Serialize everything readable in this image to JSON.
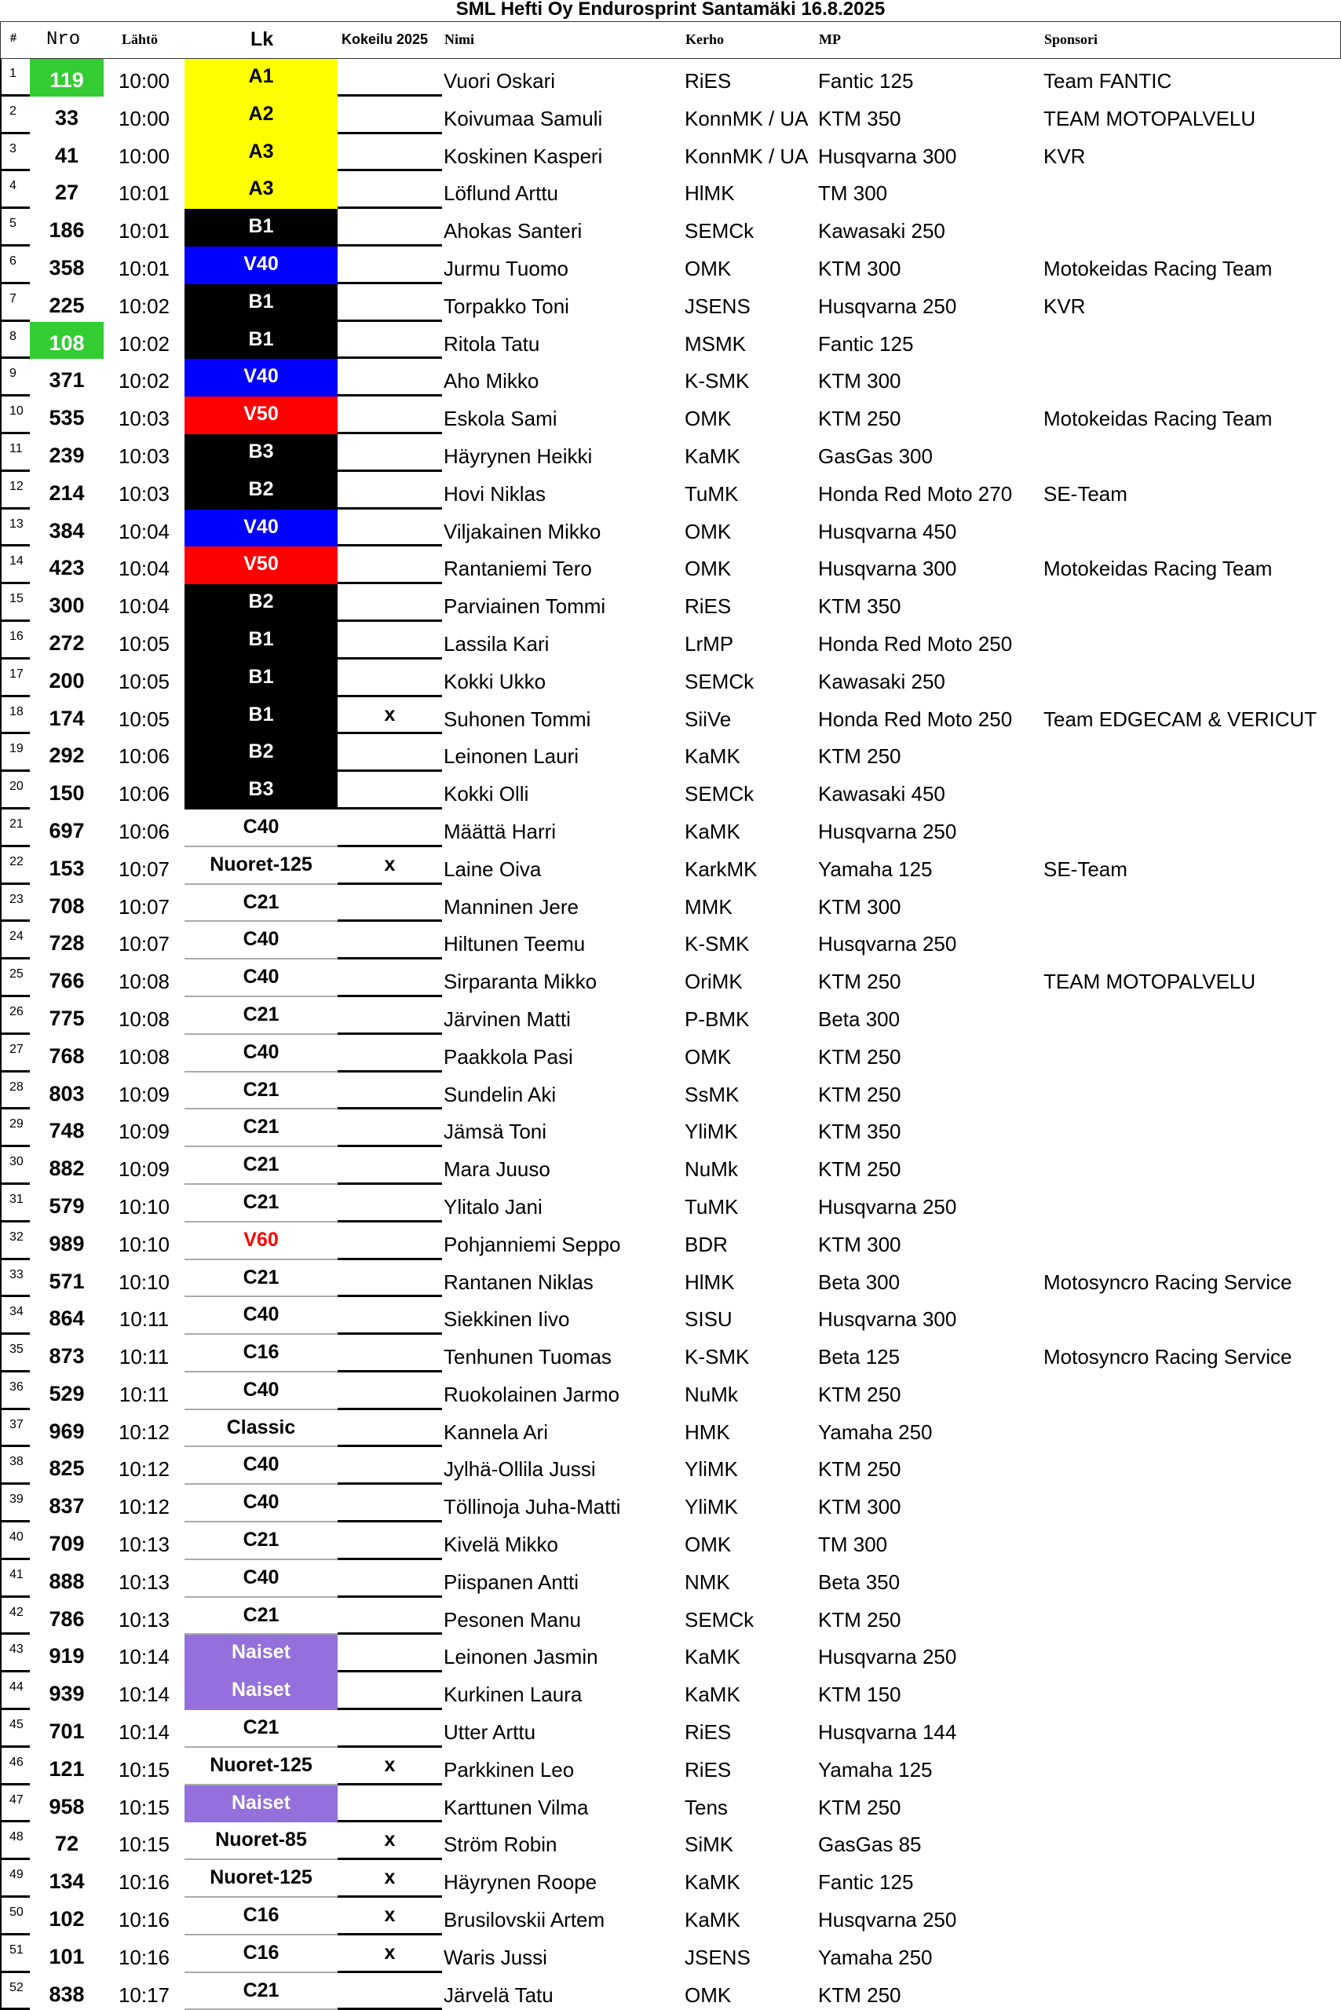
{
  "title": "SML Hefti Oy Endurosprint Santamäki 16.8.2025",
  "headers": {
    "n": "#",
    "nro": "Nro",
    "start": "Lähtö",
    "lk": "Lk",
    "kokeilu": "Kokeilu 2025",
    "name": "Nimi",
    "club": "Kerho",
    "bike": "MP",
    "sponsor": "Sponsori"
  },
  "colors": {
    "highlight_nro": "#33cc33",
    "A1": {
      "bg": "#ffff00",
      "fg": "#000000"
    },
    "A2": {
      "bg": "#ffff00",
      "fg": "#000000"
    },
    "A3": {
      "bg": "#ffff00",
      "fg": "#000000"
    },
    "B1": {
      "bg": "#000000",
      "fg": "#ffffff"
    },
    "B2": {
      "bg": "#000000",
      "fg": "#ffffff"
    },
    "B3": {
      "bg": "#000000",
      "fg": "#ffffff"
    },
    "V40": {
      "bg": "#0000ff",
      "fg": "#ffffff"
    },
    "V50": {
      "bg": "#ff0000",
      "fg": "#ffffff"
    },
    "V60": {
      "bg": "#ffffff",
      "fg": "#ff0000"
    },
    "Naiset": {
      "bg": "#9370db",
      "fg": "#ffffff"
    }
  },
  "rows": [
    {
      "n": "1",
      "nro": "119",
      "hl": true,
      "start": "10:00",
      "lk": "A1",
      "kok": "",
      "name": "Vuori Oskari",
      "club": "RiES",
      "bike": "Fantic 125",
      "sponsor": "Team FANTIC"
    },
    {
      "n": "2",
      "nro": "33",
      "start": "10:00",
      "lk": "A2",
      "kok": "",
      "name": "Koivumaa Samuli",
      "club": "KonnMK / UA",
      "bike": "KTM 350",
      "sponsor": "TEAM MOTOPALVELU"
    },
    {
      "n": "3",
      "nro": "41",
      "start": "10:00",
      "lk": "A3",
      "kok": "",
      "name": "Koskinen Kasperi",
      "club": "KonnMK / UA",
      "bike": "Husqvarna 300",
      "sponsor": "KVR"
    },
    {
      "n": "4",
      "nro": "27",
      "start": "10:01",
      "lk": "A3",
      "kok": "",
      "name": "Löflund Arttu",
      "club": "HlMK",
      "bike": "TM 300",
      "sponsor": ""
    },
    {
      "n": "5",
      "nro": "186",
      "start": "10:01",
      "lk": "B1",
      "kok": "",
      "name": "Ahokas Santeri",
      "club": "SEMCk",
      "bike": "Kawasaki 250",
      "sponsor": ""
    },
    {
      "n": "6",
      "nro": "358",
      "start": "10:01",
      "lk": "V40",
      "kok": "",
      "name": "Jurmu Tuomo",
      "club": "OMK",
      "bike": "KTM 300",
      "sponsor": "Motokeidas Racing Team"
    },
    {
      "n": "7",
      "nro": "225",
      "start": "10:02",
      "lk": "B1",
      "kok": "",
      "name": "Torpakko Toni",
      "club": "JSENS",
      "bike": "Husqvarna 250",
      "sponsor": "KVR"
    },
    {
      "n": "8",
      "nro": "108",
      "hl": true,
      "start": "10:02",
      "lk": "B1",
      "kok": "",
      "name": "Ritola Tatu",
      "club": "MSMK",
      "bike": "Fantic 125",
      "sponsor": ""
    },
    {
      "n": "9",
      "nro": "371",
      "start": "10:02",
      "lk": "V40",
      "kok": "",
      "name": "Aho Mikko",
      "club": "K-SMK",
      "bike": "KTM 300",
      "sponsor": ""
    },
    {
      "n": "10",
      "nro": "535",
      "start": "10:03",
      "lk": "V50",
      "kok": "",
      "name": "Eskola Sami",
      "club": "OMK",
      "bike": "KTM 250",
      "sponsor": "Motokeidas Racing Team"
    },
    {
      "n": "11",
      "nro": "239",
      "start": "10:03",
      "lk": "B3",
      "kok": "",
      "name": "Häyrynen Heikki",
      "club": "KaMK",
      "bike": "GasGas 300",
      "sponsor": ""
    },
    {
      "n": "12",
      "nro": "214",
      "start": "10:03",
      "lk": "B2",
      "kok": "",
      "name": "Hovi Niklas",
      "club": "TuMK",
      "bike": "Honda Red Moto 270",
      "sponsor": "SE-Team"
    },
    {
      "n": "13",
      "nro": "384",
      "start": "10:04",
      "lk": "V40",
      "kok": "",
      "name": "Viljakainen Mikko",
      "club": "OMK",
      "bike": "Husqvarna 450",
      "sponsor": ""
    },
    {
      "n": "14",
      "nro": "423",
      "start": "10:04",
      "lk": "V50",
      "kok": "",
      "name": "Rantaniemi Tero",
      "club": "OMK",
      "bike": "Husqvarna 300",
      "sponsor": "Motokeidas Racing Team"
    },
    {
      "n": "15",
      "nro": "300",
      "start": "10:04",
      "lk": "B2",
      "kok": "",
      "name": "Parviainen Tommi",
      "club": "RiES",
      "bike": "KTM 350",
      "sponsor": ""
    },
    {
      "n": "16",
      "nro": "272",
      "start": "10:05",
      "lk": "B1",
      "kok": "",
      "name": "Lassila Kari",
      "club": "LrMP",
      "bike": "Honda Red Moto 250",
      "sponsor": ""
    },
    {
      "n": "17",
      "nro": "200",
      "start": "10:05",
      "lk": "B1",
      "kok": "",
      "name": "Kokki Ukko",
      "club": "SEMCk",
      "bike": "Kawasaki 250",
      "sponsor": ""
    },
    {
      "n": "18",
      "nro": "174",
      "start": "10:05",
      "lk": "B1",
      "kok": "x",
      "name": "Suhonen Tommi",
      "club": "SiiVe",
      "bike": "Honda Red Moto 250",
      "sponsor": "Team EDGECAM & VERICUT"
    },
    {
      "n": "19",
      "nro": "292",
      "start": "10:06",
      "lk": "B2",
      "kok": "",
      "name": "Leinonen Lauri",
      "club": "KaMK",
      "bike": "KTM 250",
      "sponsor": ""
    },
    {
      "n": "20",
      "nro": "150",
      "start": "10:06",
      "lk": "B3",
      "kok": "",
      "name": "Kokki Olli",
      "club": "SEMCk",
      "bike": "Kawasaki 450",
      "sponsor": ""
    },
    {
      "n": "21",
      "nro": "697",
      "start": "10:06",
      "lk": "C40",
      "kok": "",
      "name": "Määttä Harri",
      "club": "KaMK",
      "bike": "Husqvarna 250",
      "sponsor": ""
    },
    {
      "n": "22",
      "nro": "153",
      "start": "10:07",
      "lk": "Nuoret-125",
      "kok": "x",
      "name": "Laine Oiva",
      "club": "KarkMK",
      "bike": "Yamaha 125",
      "sponsor": "SE-Team"
    },
    {
      "n": "23",
      "nro": "708",
      "start": "10:07",
      "lk": "C21",
      "kok": "",
      "name": "Manninen Jere",
      "club": "MMK",
      "bike": "KTM 300",
      "sponsor": ""
    },
    {
      "n": "24",
      "nro": "728",
      "start": "10:07",
      "lk": "C40",
      "kok": "",
      "name": "Hiltunen Teemu",
      "club": "K-SMK",
      "bike": "Husqvarna 250",
      "sponsor": ""
    },
    {
      "n": "25",
      "nro": "766",
      "start": "10:08",
      "lk": "C40",
      "kok": "",
      "name": "Sirparanta Mikko",
      "club": "OriMK",
      "bike": "KTM 250",
      "sponsor": "TEAM MOTOPALVELU"
    },
    {
      "n": "26",
      "nro": "775",
      "start": "10:08",
      "lk": "C21",
      "kok": "",
      "name": "Järvinen Matti",
      "club": "P-BMK",
      "bike": "Beta 300",
      "sponsor": ""
    },
    {
      "n": "27",
      "nro": "768",
      "start": "10:08",
      "lk": "C40",
      "kok": "",
      "name": "Paakkola Pasi",
      "club": "OMK",
      "bike": "KTM 250",
      "sponsor": ""
    },
    {
      "n": "28",
      "nro": "803",
      "start": "10:09",
      "lk": "C21",
      "kok": "",
      "name": "Sundelin Aki",
      "club": "SsMK",
      "bike": "KTM 250",
      "sponsor": ""
    },
    {
      "n": "29",
      "nro": "748",
      "start": "10:09",
      "lk": "C21",
      "kok": "",
      "name": "Jämsä Toni",
      "club": "YliMK",
      "bike": "KTM 350",
      "sponsor": ""
    },
    {
      "n": "30",
      "nro": "882",
      "start": "10:09",
      "lk": "C21",
      "kok": "",
      "name": "Mara Juuso",
      "club": "NuMk",
      "bike": "KTM 250",
      "sponsor": ""
    },
    {
      "n": "31",
      "nro": "579",
      "start": "10:10",
      "lk": "C21",
      "kok": "",
      "name": "Ylitalo Jani",
      "club": "TuMK",
      "bike": "Husqvarna 250",
      "sponsor": ""
    },
    {
      "n": "32",
      "nro": "989",
      "start": "10:10",
      "lk": "V60",
      "kok": "",
      "name": "Pohjanniemi Seppo",
      "club": "BDR",
      "bike": "KTM 300",
      "sponsor": ""
    },
    {
      "n": "33",
      "nro": "571",
      "start": "10:10",
      "lk": "C21",
      "kok": "",
      "name": "Rantanen Niklas",
      "club": "HlMK",
      "bike": "Beta 300",
      "sponsor": "Motosyncro Racing Service"
    },
    {
      "n": "34",
      "nro": "864",
      "start": "10:11",
      "lk": "C40",
      "kok": "",
      "name": "Siekkinen Iivo",
      "club": "SISU",
      "bike": "Husqvarna 300",
      "sponsor": ""
    },
    {
      "n": "35",
      "nro": "873",
      "start": "10:11",
      "lk": "C16",
      "kok": "",
      "name": "Tenhunen Tuomas",
      "club": "K-SMK",
      "bike": "Beta 125",
      "sponsor": "Motosyncro Racing Service"
    },
    {
      "n": "36",
      "nro": "529",
      "start": "10:11",
      "lk": "C40",
      "kok": "",
      "name": "Ruokolainen Jarmo",
      "club": "NuMk",
      "bike": "KTM 250",
      "sponsor": ""
    },
    {
      "n": "37",
      "nro": "969",
      "start": "10:12",
      "lk": "Classic",
      "kok": "",
      "name": "Kannela Ari",
      "club": "HMK",
      "bike": "Yamaha 250",
      "sponsor": ""
    },
    {
      "n": "38",
      "nro": "825",
      "start": "10:12",
      "lk": "C40",
      "kok": "",
      "name": "Jylhä-Ollila Jussi",
      "club": "YliMK",
      "bike": "KTM 250",
      "sponsor": ""
    },
    {
      "n": "39",
      "nro": "837",
      "start": "10:12",
      "lk": "C40",
      "kok": "",
      "name": "Töllinoja Juha-Matti",
      "club": "YliMK",
      "bike": "KTM 300",
      "sponsor": ""
    },
    {
      "n": "40",
      "nro": "709",
      "start": "10:13",
      "lk": "C21",
      "kok": "",
      "name": "Kivelä Mikko",
      "club": "OMK",
      "bike": "TM 300",
      "sponsor": ""
    },
    {
      "n": "41",
      "nro": "888",
      "start": "10:13",
      "lk": "C40",
      "kok": "",
      "name": "Piispanen Antti",
      "club": "NMK",
      "bike": "Beta 350",
      "sponsor": ""
    },
    {
      "n": "42",
      "nro": "786",
      "start": "10:13",
      "lk": "C21",
      "kok": "",
      "name": "Pesonen Manu",
      "club": "SEMCk",
      "bike": "KTM 250",
      "sponsor": ""
    },
    {
      "n": "43",
      "nro": "919",
      "start": "10:14",
      "lk": "Naiset",
      "kok": "",
      "name": "Leinonen Jasmin",
      "club": "KaMK",
      "bike": "Husqvarna 250",
      "sponsor": ""
    },
    {
      "n": "44",
      "nro": "939",
      "start": "10:14",
      "lk": "Naiset",
      "kok": "",
      "name": "Kurkinen Laura",
      "club": "KaMK",
      "bike": "KTM 150",
      "sponsor": ""
    },
    {
      "n": "45",
      "nro": "701",
      "start": "10:14",
      "lk": "C21",
      "kok": "",
      "name": "Utter Arttu",
      "club": "RiES",
      "bike": "Husqvarna 144",
      "sponsor": ""
    },
    {
      "n": "46",
      "nro": "121",
      "start": "10:15",
      "lk": "Nuoret-125",
      "kok": "x",
      "name": "Parkkinen Leo",
      "club": "RiES",
      "bike": "Yamaha 125",
      "sponsor": ""
    },
    {
      "n": "47",
      "nro": "958",
      "start": "10:15",
      "lk": "Naiset",
      "kok": "",
      "name": "Karttunen Vilma",
      "club": "Tens",
      "bike": "KTM 250",
      "sponsor": ""
    },
    {
      "n": "48",
      "nro": "72",
      "start": "10:15",
      "lk": "Nuoret-85",
      "kok": "x",
      "name": "Ström Robin",
      "club": "SiMK",
      "bike": "GasGas 85",
      "sponsor": ""
    },
    {
      "n": "49",
      "nro": "134",
      "start": "10:16",
      "lk": "Nuoret-125",
      "kok": "x",
      "name": "Häyrynen Roope",
      "club": "KaMK",
      "bike": "Fantic 125",
      "sponsor": ""
    },
    {
      "n": "50",
      "nro": "102",
      "start": "10:16",
      "lk": "C16",
      "kok": "x",
      "name": "Brusilovskii Artem",
      "club": "KaMK",
      "bike": "Husqvarna 250",
      "sponsor": ""
    },
    {
      "n": "51",
      "nro": "101",
      "start": "10:16",
      "lk": "C16",
      "kok": "x",
      "name": "Waris Jussi",
      "club": "JSENS",
      "bike": "Yamaha 250",
      "sponsor": ""
    },
    {
      "n": "52",
      "nro": "838",
      "start": "10:17",
      "lk": "C21",
      "kok": "",
      "name": "Järvelä Tatu",
      "club": "OMK",
      "bike": "KTM 250",
      "sponsor": ""
    }
  ]
}
